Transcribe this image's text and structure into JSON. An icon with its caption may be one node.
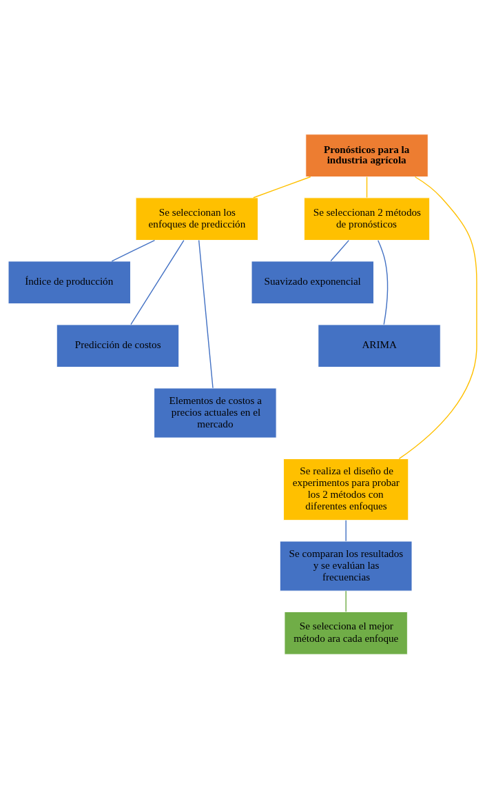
{
  "diagram": {
    "nodes": [
      {
        "text": [
          "Pronósticos para la industria agrícola"
        ]
      },
      {
        "text": [
          "Se seleccionan los enfoques de predicción"
        ]
      },
      {
        "text": [
          "Se seleccionan 2 métodos de pronósticos"
        ]
      },
      {
        "text": [
          "Índice de producción"
        ]
      },
      {
        "text": [
          "Predicción de costos"
        ]
      },
      {
        "text": [
          "Elementos de costos a precios actuales en el mercado"
        ]
      },
      {
        "text": [
          "Suavizado exponencial"
        ]
      },
      {
        "text": [
          "ARIMA"
        ]
      },
      {
        "text": [
          "Se realiza el diseño de experimentos para probar los 2 métodos con diferentes enfoques"
        ]
      },
      {
        "text": [
          "Se comparan los resultados y se evalúan las frecuencias"
        ]
      },
      {
        "text": [
          "Se selecciona el mejor método ara cada enfoque"
        ]
      }
    ],
    "edges": [
      {
        "from": 0,
        "to": 1,
        "arrow": "none",
        "color": "#ffc000"
      },
      {
        "from": 0,
        "to": 2,
        "arrow": "none",
        "color": "#ffc000"
      },
      {
        "from": 0,
        "to": 8,
        "arrow": "none",
        "color": "#ffc000"
      },
      {
        "from": 1,
        "to": 3,
        "arrow": "none"
      },
      {
        "from": 1,
        "to": 4,
        "arrow": "none"
      },
      {
        "from": 1,
        "to": 5,
        "arrow": "none"
      },
      {
        "from": 2,
        "to": 6,
        "arrow": "none"
      },
      {
        "from": 2,
        "to": 7,
        "arrow": "none"
      },
      {
        "from": 8,
        "to": 9,
        "arrow": "none"
      },
      {
        "from": 9,
        "to": 10,
        "arrow": "none",
        "color": "#70ad47"
      }
    ]
  }
}
